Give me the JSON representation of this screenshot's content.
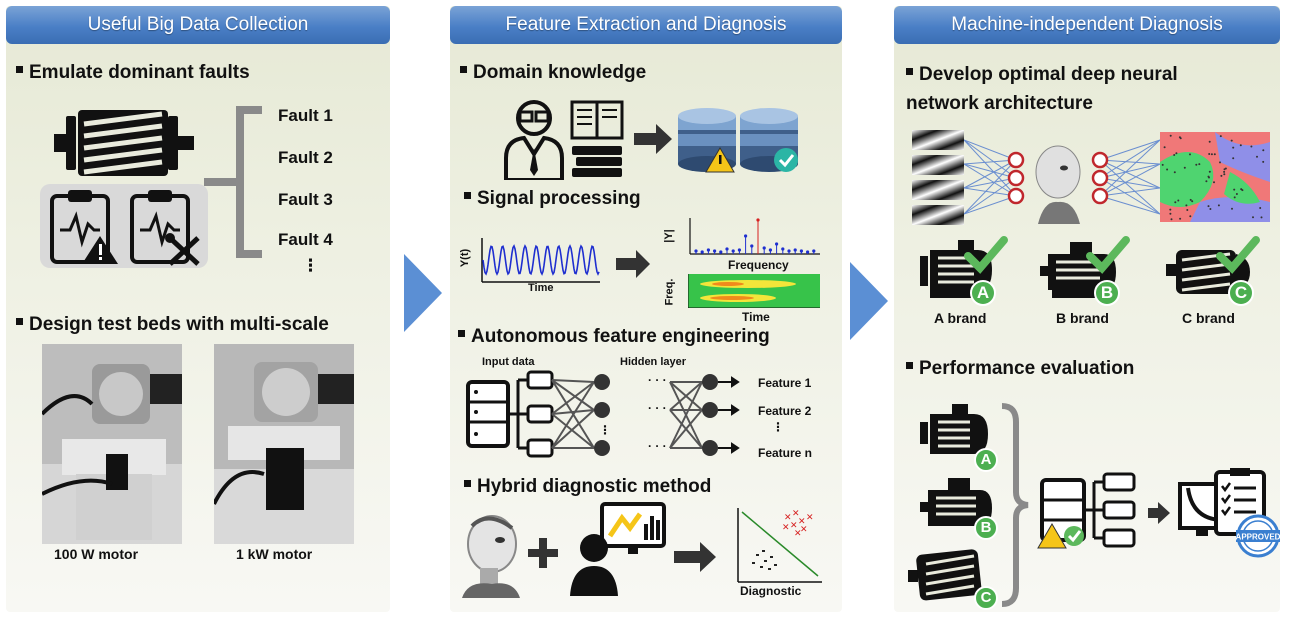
{
  "panels": [
    {
      "header": "Useful Big Data Collection",
      "sections": [
        {
          "title": "Emulate dominant faults"
        },
        {
          "title": "Design test beds with multi-scale"
        }
      ],
      "faults": [
        "Fault 1",
        "Fault 2",
        "Fault 3",
        "Fault 4",
        "⋮"
      ],
      "motors": [
        "100 W motor",
        "1 kW motor"
      ]
    },
    {
      "header": "Feature Extraction and Diagnosis",
      "sections": [
        {
          "title": "Domain knowledge"
        },
        {
          "title": "Signal processing"
        },
        {
          "title": "Autonomous feature engineering"
        },
        {
          "title": "Hybrid diagnostic method"
        }
      ],
      "signal": {
        "time_ylabel": "Y(t)",
        "time_xlabel": "Time",
        "freq_ylabel": "|Y|",
        "freq_xlabel": "Frequency",
        "tf_ylabel": "Freq.",
        "tf_xlabel": "Time"
      },
      "feature": {
        "input_label": "Input data",
        "hidden_label": "Hidden layer",
        "outputs": [
          "Feature 1",
          "Feature 2",
          "⋮",
          "Feature n"
        ]
      },
      "diagnostic_label": "Diagnostic"
    },
    {
      "header": "Machine-independent Diagnosis",
      "sections": [
        {
          "title": "Develop optimal deep neural network architecture"
        },
        {
          "title": "Performance evaluation"
        }
      ],
      "brands": [
        {
          "badge": "A",
          "label": "A brand"
        },
        {
          "badge": "B",
          "label": "B brand"
        },
        {
          "badge": "C",
          "label": "C brand"
        }
      ],
      "eval_badges": [
        "A",
        "B",
        "C"
      ],
      "approved_stamp": "APPROVED"
    }
  ],
  "colors": {
    "header": "#4a7fc6",
    "arrow": "#5b8fd4",
    "check": "#5cb85c",
    "badge_green": "#4caf50",
    "neuron_red": "#c0272d",
    "db_blue": "#3f5f8a"
  }
}
